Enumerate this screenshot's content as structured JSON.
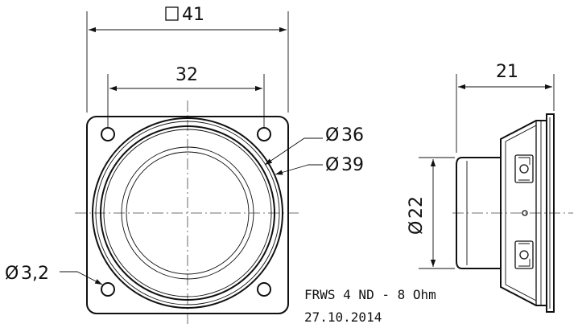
{
  "dimensions": {
    "square_width": "41",
    "hole_spacing": "32",
    "cone_inner_diameter": "36",
    "cone_outer_diameter": "39",
    "hole_diameter": "3,2",
    "depth": "21",
    "magnet_diameter": "22"
  },
  "symbols": {
    "square": "☐",
    "diameter": "Ø"
  },
  "notes": {
    "model": "FRWS 4 ND - 8 Ohm",
    "date": "27.10.2014"
  }
}
